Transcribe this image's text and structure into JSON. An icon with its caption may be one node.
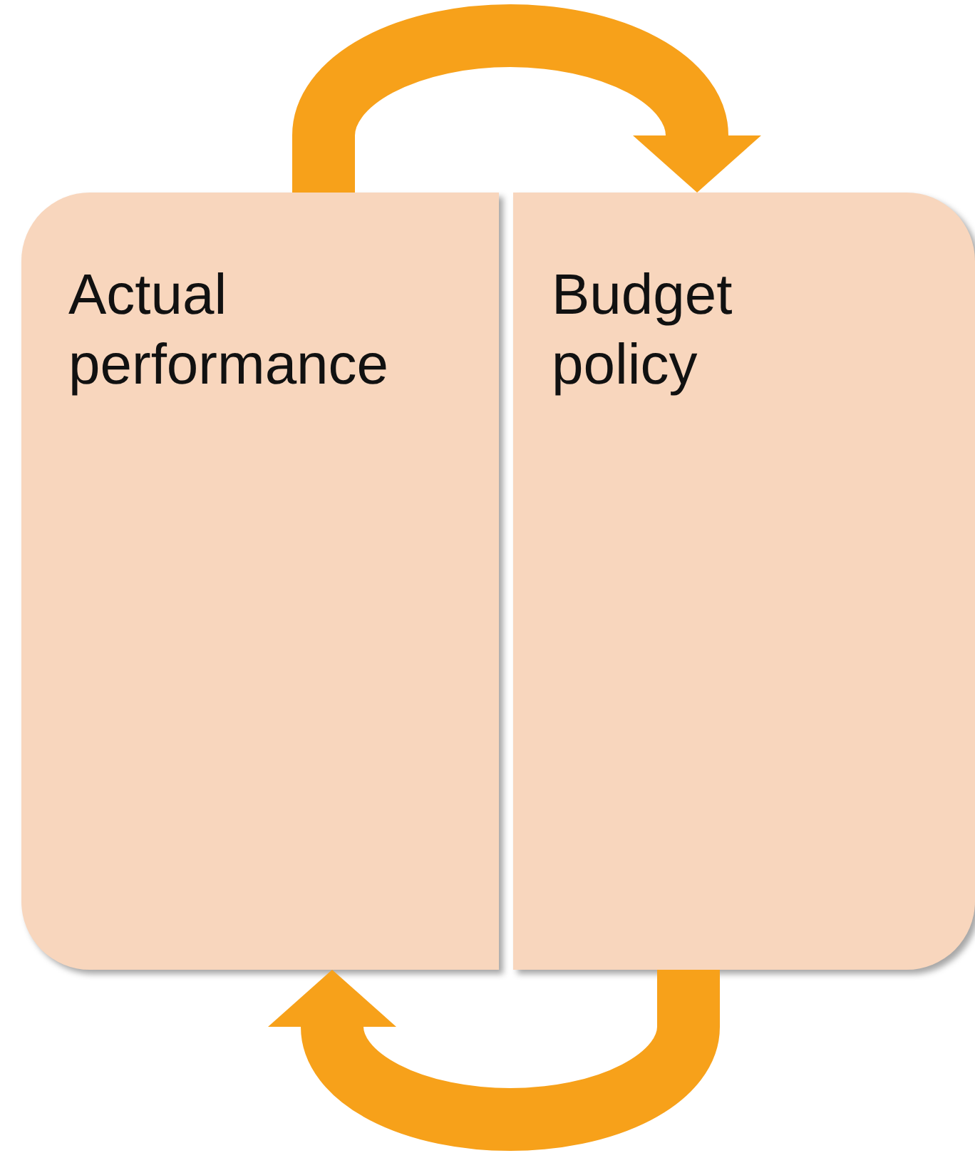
{
  "diagram": {
    "nodes": [
      {
        "text": [
          "Actual performance"
        ]
      },
      {
        "text": [
          "Budget policy"
        ]
      }
    ],
    "edges": [
      {
        "from": 0,
        "to": 1,
        "arrow": "to"
      },
      {
        "from": 1,
        "to": 0,
        "arrow": "to"
      }
    ]
  }
}
